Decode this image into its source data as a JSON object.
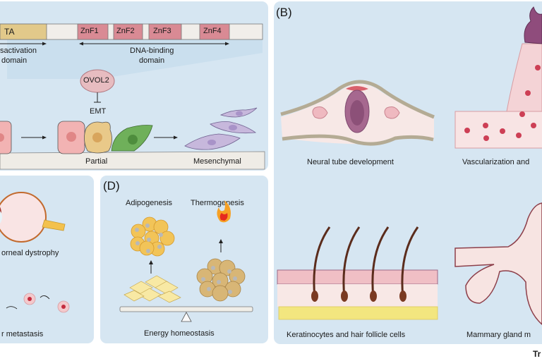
{
  "panelA": {
    "domains": {
      "ta": "TA",
      "znf": [
        "ZnF1",
        "ZnF2",
        "ZnF3",
        "ZnF4"
      ]
    },
    "transactivation_label_line1": "sactivation",
    "transactivation_label_line2": "domain",
    "dna_binding_label_line1": "DNA-binding",
    "dna_binding_label_line2": "domain",
    "ovol2": "OVOL2",
    "emt": "EMT",
    "stage_partial": "Partial",
    "stage_mesenchymal": "Mesenchymal"
  },
  "panelB": {
    "title": "(B)",
    "captions": {
      "neural": "Neural tube development",
      "vascular": "Vascularization and",
      "keratinocytes": "Keratinocytes and hair follicle cells",
      "mammary": "Mammary gland m"
    }
  },
  "panelC": {
    "caption_eye": "orneal dystrophy",
    "caption_metastasis": "r metastasis"
  },
  "panelD": {
    "title": "(D)",
    "adipogenesis": "Adipogenesis",
    "thermogenesis": "Thermogenesis",
    "caption": "Energy homeostasis"
  },
  "footer": {
    "journal_fragment": "Tr"
  },
  "colors": {
    "panel_bg": "#d6e6f2",
    "znf_fill": "#d98a94",
    "ta_fill": "#e2c98a",
    "epithelial": "#f2b3b3",
    "partial": "#e9c989",
    "green_cell": "#6fb05a",
    "mesenchymal": "#c7b8dc"
  }
}
